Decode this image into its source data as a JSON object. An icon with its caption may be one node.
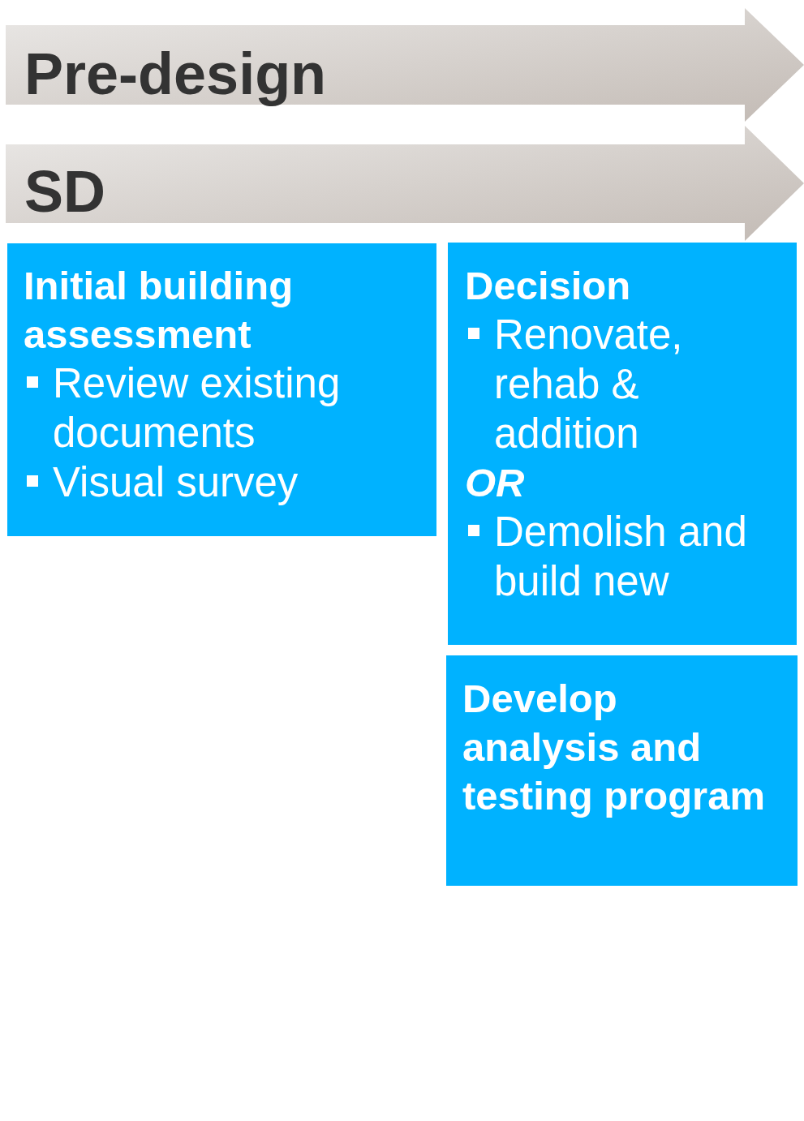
{
  "diagram": {
    "nodes": [
      {
        "text": [
          "Pre-design"
        ]
      },
      {
        "text": [
          "SD"
        ]
      },
      {
        "text": [
          "Initial building assessment",
          "Review existing documents",
          "Visual survey"
        ]
      },
      {
        "text": [
          "Decision",
          "Renovate, rehab & addition",
          "OR",
          "Demolish and build new"
        ]
      },
      {
        "text": [
          "Develop analysis and testing program"
        ]
      }
    ]
  }
}
